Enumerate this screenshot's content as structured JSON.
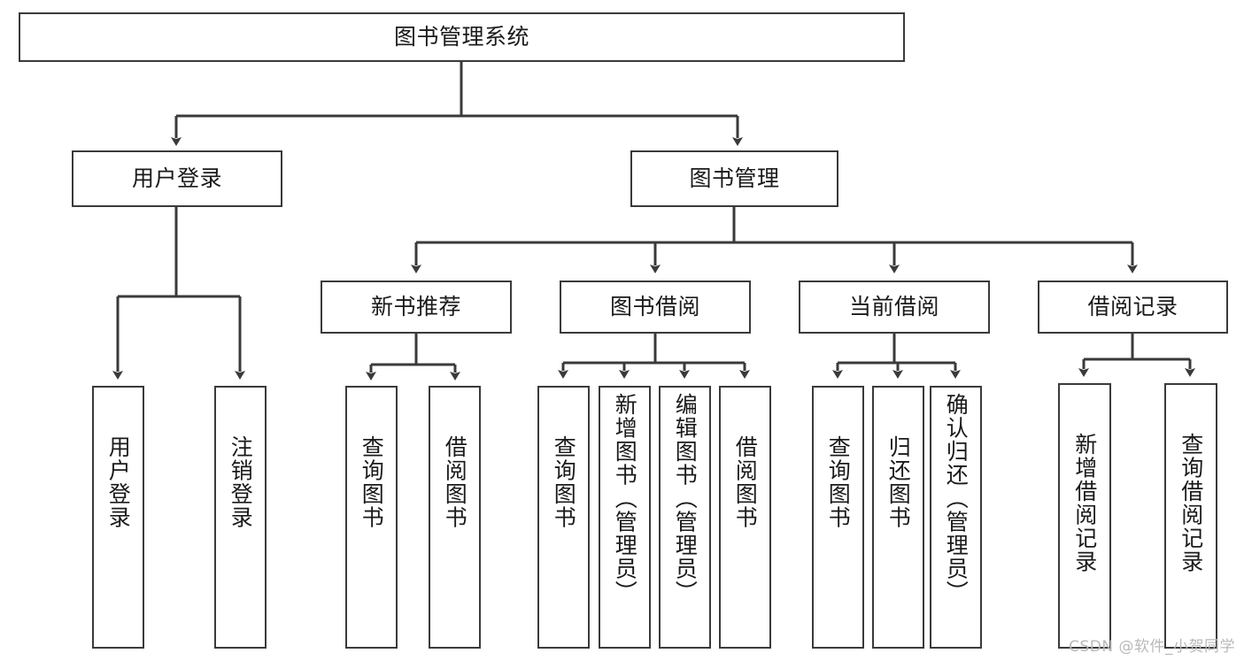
{
  "diagram": {
    "title": "图书管理系统",
    "type": "tree-hierarchy-chart",
    "line_color": "#3a3a3a",
    "box_fill": "#ffffff",
    "text_color": "#1a1a1a"
  },
  "watermark": {
    "text": "CSDN @软件_小贺同学",
    "color": "#b9b9b9"
  },
  "nodes": {
    "root": {
      "label": "图书管理系统"
    },
    "level2": [
      {
        "label": "用户登录"
      },
      {
        "label": "图书管理"
      }
    ],
    "level3": [
      {
        "label": "新书推荐"
      },
      {
        "label": "图书借阅"
      },
      {
        "label": "当前借阅"
      },
      {
        "label": "借阅记录"
      }
    ],
    "leaves": {
      "user_login": [
        {
          "label": "用户登录"
        },
        {
          "label": "注销登录"
        }
      ],
      "new_book": [
        {
          "label": "查询图书"
        },
        {
          "label": "借阅图书"
        }
      ],
      "book_borrow": [
        {
          "label": "查询图书"
        },
        {
          "label": "新增图书（管理员）"
        },
        {
          "label": "编辑图书（管理员）"
        },
        {
          "label": "借阅图书"
        }
      ],
      "current_borrow": [
        {
          "label": "查询图书"
        },
        {
          "label": "归还图书"
        },
        {
          "label": "确认归还（管理员）"
        }
      ],
      "borrow_record": [
        {
          "label": "新增借阅记录"
        },
        {
          "label": "查询借阅记录"
        }
      ]
    }
  }
}
